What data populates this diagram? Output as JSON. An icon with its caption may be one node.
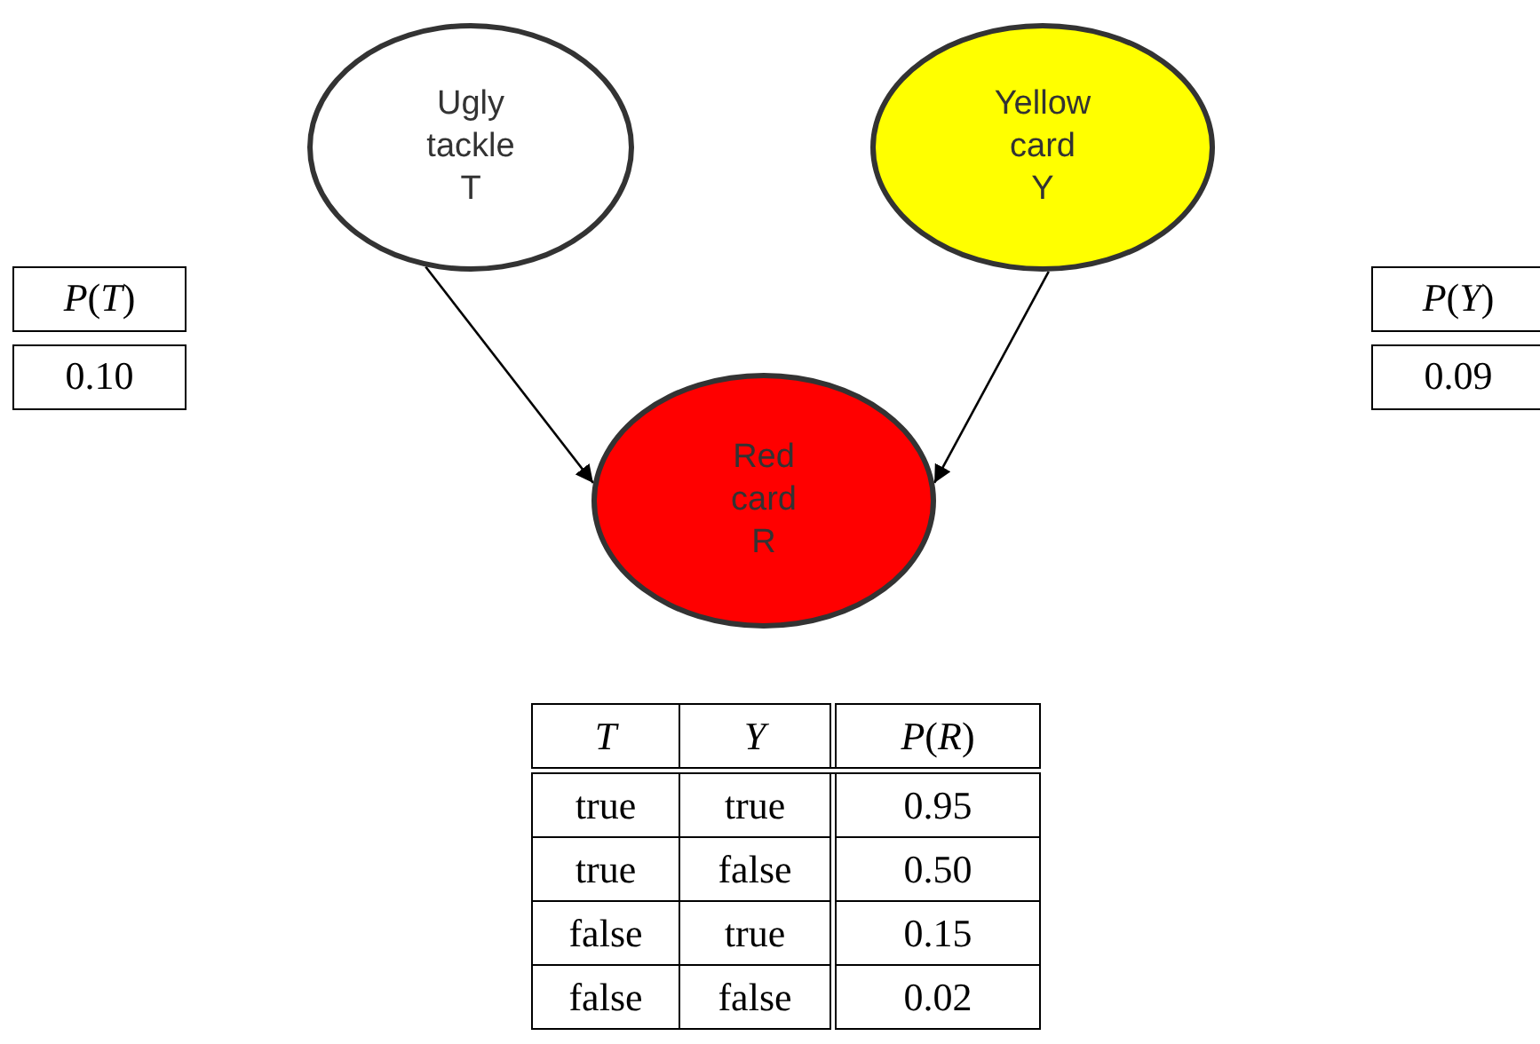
{
  "diagram": {
    "nodes": [
      {
        "text": [
          "Ugly tackle",
          "T"
        ]
      },
      {
        "text": [
          "Yellow card",
          "Y"
        ]
      },
      {
        "text": [
          "Red card",
          "R"
        ]
      }
    ],
    "edges": [
      {
        "from": 0,
        "to": 2,
        "arrow": "to"
      },
      {
        "from": 1,
        "to": 2,
        "arrow": "to"
      }
    ],
    "labels": [
      "*P*(*T*)",
      "0.10",
      "*P*(*Y*)",
      "0.09",
      "*T*",
      "*Y*",
      "*P*(*R*)",
      "true",
      "true",
      "0.95",
      "true",
      "false",
      "0.50",
      "false",
      "true",
      "0.15",
      "false",
      "false",
      "0.02"
    ]
  }
}
